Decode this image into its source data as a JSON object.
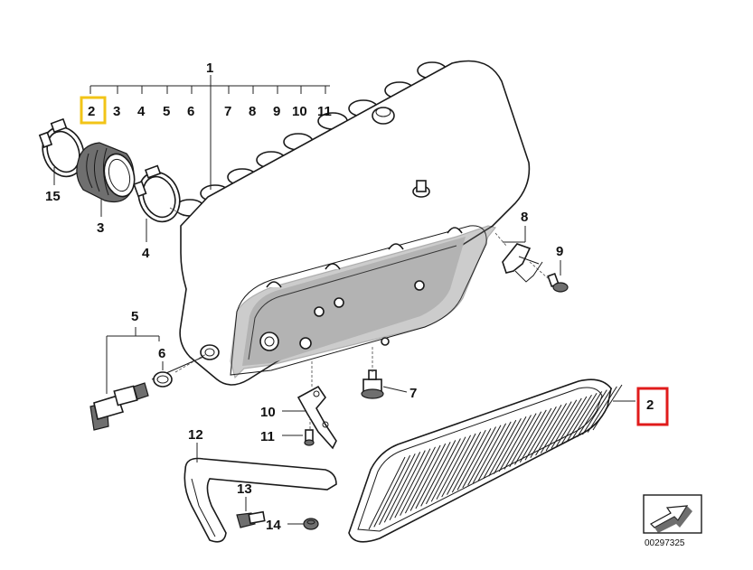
{
  "diagram": {
    "parts_row": [
      "2",
      "3",
      "4",
      "5",
      "6",
      "7",
      "8",
      "9",
      "10",
      "11"
    ],
    "callouts": {
      "p1": "1",
      "p2_filter": "2",
      "p3": "3",
      "p4": "4",
      "p5": "5",
      "p6": "6",
      "p7": "7",
      "p8": "8",
      "p9": "9",
      "p10": "10",
      "p11": "11",
      "p12": "12",
      "p13": "13",
      "p14": "14",
      "p15": "15"
    },
    "highlight_colors": {
      "row_box": "#f2c417",
      "filter_box": "#e01b1b"
    },
    "drawing_code": "00297325"
  }
}
